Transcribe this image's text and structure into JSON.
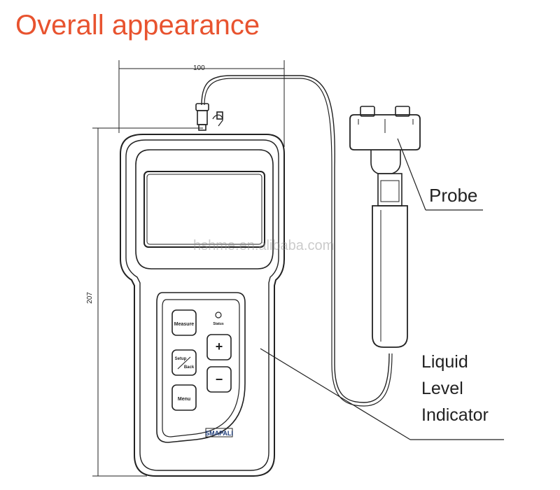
{
  "title": "Overall appearance",
  "dimensions": {
    "width": "100",
    "height": "207"
  },
  "labels": {
    "probe": "Probe",
    "liquid_level_line1": "Liquid",
    "liquid_level_line2": "Level",
    "liquid_level_line3": "Indicator"
  },
  "device": {
    "measure_button": "Measure",
    "setup_back_button_top": "Setup",
    "setup_back_button_bottom": "Back",
    "menu_button": "Menu",
    "plus_button": "+",
    "minus_button": "−",
    "status_label": "Status",
    "brand": "SMAPALI"
  },
  "watermark": "hshme.en.alibaba.com"
}
